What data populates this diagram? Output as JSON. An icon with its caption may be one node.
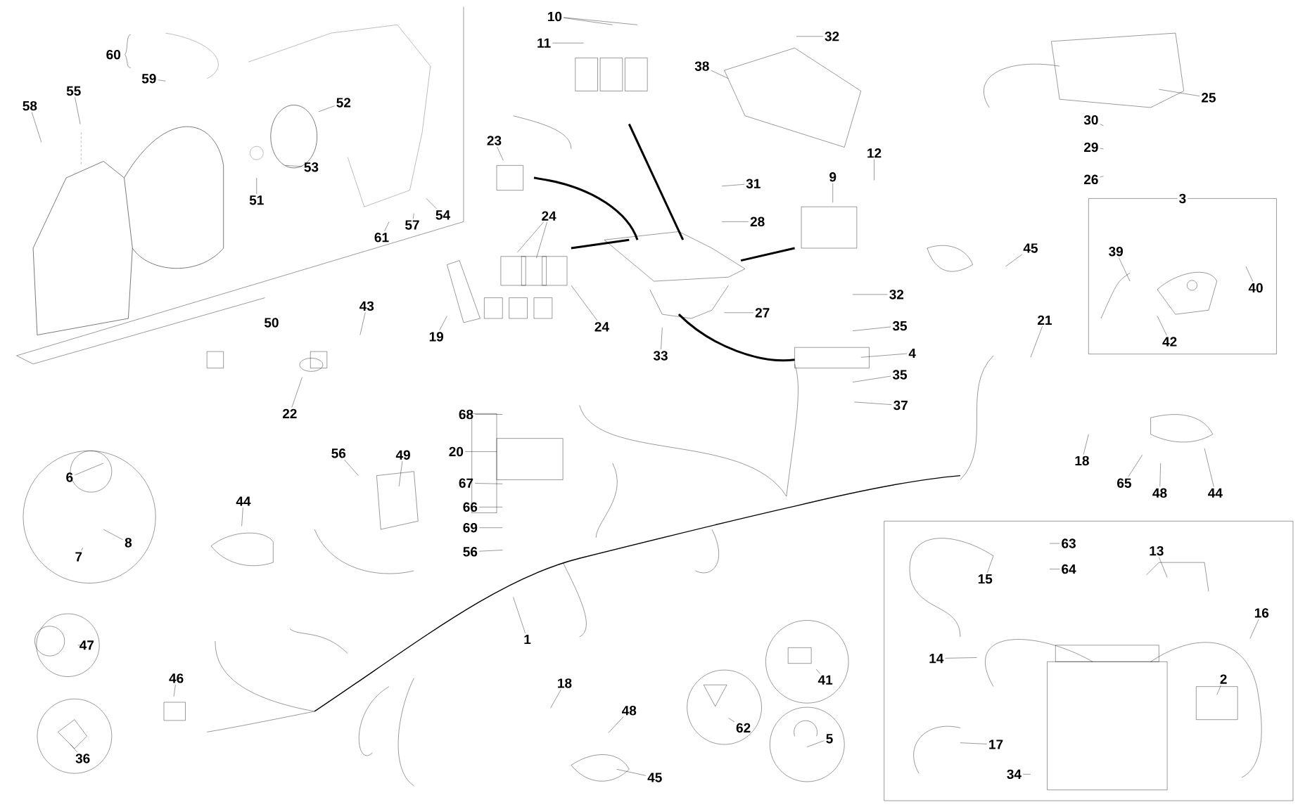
{
  "diagram": {
    "nodes": [
      {
        "text": [
          "10"
        ]
      },
      {
        "text": [
          "11"
        ]
      },
      {
        "text": [
          "32"
        ]
      },
      {
        "text": [
          "38"
        ]
      },
      {
        "text": [
          "25"
        ]
      },
      {
        "text": [
          "30"
        ]
      },
      {
        "text": [
          "29"
        ]
      },
      {
        "text": [
          "26"
        ]
      },
      {
        "text": [
          "60"
        ]
      },
      {
        "text": [
          "59"
        ]
      },
      {
        "text": [
          "58"
        ]
      },
      {
        "text": [
          "55"
        ]
      },
      {
        "text": [
          "52"
        ]
      },
      {
        "text": [
          "53"
        ]
      },
      {
        "text": [
          "51"
        ]
      },
      {
        "text": [
          "61"
        ]
      },
      {
        "text": [
          "57"
        ]
      },
      {
        "text": [
          "54"
        ]
      },
      {
        "text": [
          "50"
        ]
      },
      {
        "text": [
          "23"
        ]
      },
      {
        "text": [
          "24"
        ]
      },
      {
        "text": [
          "31"
        ]
      },
      {
        "text": [
          "28"
        ]
      },
      {
        "text": [
          "9"
        ]
      },
      {
        "text": [
          "12"
        ]
      },
      {
        "text": [
          "19"
        ]
      },
      {
        "text": [
          "24"
        ]
      },
      {
        "text": [
          "27"
        ]
      },
      {
        "text": [
          "33"
        ]
      },
      {
        "text": [
          "32"
        ]
      },
      {
        "text": [
          "35"
        ]
      },
      {
        "text": [
          "4"
        ]
      },
      {
        "text": [
          "35"
        ]
      },
      {
        "text": [
          "37"
        ]
      },
      {
        "text": [
          "45"
        ]
      },
      {
        "text": [
          "3"
        ]
      },
      {
        "text": [
          "39"
        ],
        "in": 35
      },
      {
        "text": [
          "40"
        ],
        "in": 35
      },
      {
        "text": [
          "42"
        ],
        "in": 35
      },
      {
        "text": [
          "43"
        ]
      },
      {
        "text": [
          "21"
        ]
      },
      {
        "text": [
          "22"
        ]
      },
      {
        "text": [
          "18"
        ]
      },
      {
        "text": [
          "65"
        ]
      },
      {
        "text": [
          "48"
        ]
      },
      {
        "text": [
          "44"
        ]
      },
      {
        "text": [
          "68"
        ]
      },
      {
        "text": [
          "20"
        ]
      },
      {
        "text": [
          "67"
        ]
      },
      {
        "text": [
          "66"
        ]
      },
      {
        "text": [
          "69"
        ]
      },
      {
        "text": [
          "56"
        ]
      },
      {
        "text": [
          "56"
        ]
      },
      {
        "text": [
          "49"
        ]
      },
      {
        "text": [],
        "shape": "circle"
      },
      {
        "text": [
          "6"
        ],
        "in": 54
      },
      {
        "text": [
          "8"
        ],
        "in": 54
      },
      {
        "text": [
          "7"
        ],
        "in": 54
      },
      {
        "text": [
          "44"
        ]
      },
      {
        "text": [
          "1"
        ]
      },
      {
        "text": [],
        "shape": "circle"
      },
      {
        "text": [
          "47"
        ],
        "in": 60
      },
      {
        "text": [],
        "shape": "circle"
      },
      {
        "text": [
          "36"
        ],
        "in": 62
      },
      {
        "text": [
          "46"
        ]
      },
      {
        "text": [
          "18"
        ]
      },
      {
        "text": [
          "48"
        ]
      },
      {
        "text": [
          "45"
        ]
      },
      {
        "text": [],
        "shape": "circle"
      },
      {
        "text": [
          "62"
        ],
        "in": 68
      },
      {
        "text": [],
        "shape": "circle"
      },
      {
        "text": [
          "41"
        ],
        "in": 70
      },
      {
        "text": [],
        "shape": "circle"
      },
      {
        "text": [
          "5"
        ],
        "in": 72
      },
      {
        "text": [],
        "shape": "box"
      },
      {
        "text": [
          "63"
        ],
        "in": 74
      },
      {
        "text": [
          "64"
        ],
        "in": 74
      },
      {
        "text": [
          "15"
        ],
        "in": 74
      },
      {
        "text": [
          "13"
        ],
        "in": 74
      },
      {
        "text": [
          "16"
        ],
        "in": 74
      },
      {
        "text": [
          "14"
        ],
        "in": 74
      },
      {
        "text": [
          "2"
        ],
        "in": 74
      },
      {
        "text": [
          "17"
        ],
        "in": 74
      },
      {
        "text": [
          "34"
        ],
        "in": 74
      }
    ],
    "edges": [
      {
        "from": 0,
        "to": null,
        "arrow": "none"
      },
      {
        "from": 0,
        "to": null,
        "arrow": "none"
      },
      {
        "from": 1,
        "to": null,
        "arrow": "none"
      },
      {
        "from": 2,
        "to": null,
        "arrow": "none"
      },
      {
        "from": 3,
        "to": null,
        "arrow": "none"
      },
      {
        "from": 4,
        "to": null,
        "arrow": "none"
      },
      {
        "from": 5,
        "to": null,
        "arrow": "none"
      },
      {
        "from": 6,
        "to": null,
        "arrow": "none"
      },
      {
        "from": 7,
        "to": null,
        "arrow": "none"
      },
      {
        "from": 9,
        "to": null,
        "arrow": "none"
      },
      {
        "from": 10,
        "to": null,
        "arrow": "none"
      },
      {
        "from": 11,
        "to": null,
        "arrow": "none"
      },
      {
        "from": 12,
        "to": null,
        "arrow": "none"
      },
      {
        "from": 13,
        "to": null,
        "arrow": "none"
      },
      {
        "from": 14,
        "to": null,
        "arrow": "none"
      },
      {
        "from": 15,
        "to": null,
        "arrow": "none"
      },
      {
        "from": 16,
        "to": null,
        "arrow": "none"
      },
      {
        "from": 17,
        "to": null,
        "arrow": "none"
      },
      {
        "from": 19,
        "to": null,
        "arrow": "none"
      },
      {
        "from": 20,
        "to": null,
        "arrow": "none"
      },
      {
        "from": 20,
        "to": null,
        "arrow": "none"
      },
      {
        "from": 21,
        "to": null,
        "arrow": "none"
      },
      {
        "from": 22,
        "to": null,
        "arrow": "none"
      },
      {
        "from": 23,
        "to": null,
        "arrow": "none"
      },
      {
        "from": 24,
        "to": null,
        "arrow": "none"
      },
      {
        "from": 25,
        "to": null,
        "arrow": "none"
      },
      {
        "from": 26,
        "to": null,
        "arrow": "none"
      },
      {
        "from": 27,
        "to": null,
        "arrow": "none"
      },
      {
        "from": 28,
        "to": null,
        "arrow": "none"
      },
      {
        "from": 29,
        "to": null,
        "arrow": "none"
      },
      {
        "from": 30,
        "to": null,
        "arrow": "none"
      },
      {
        "from": 31,
        "to": null,
        "arrow": "none"
      },
      {
        "from": 32,
        "to": null,
        "arrow": "none"
      },
      {
        "from": 33,
        "to": null,
        "arrow": "none"
      },
      {
        "from": 34,
        "to": null,
        "arrow": "none"
      },
      {
        "from": 36,
        "to": null,
        "arrow": "none"
      },
      {
        "from": 37,
        "to": null,
        "arrow": "none"
      },
      {
        "from": 38,
        "to": null,
        "arrow": "none"
      },
      {
        "from": 39,
        "to": null,
        "arrow": "none"
      },
      {
        "from": 40,
        "to": null,
        "arrow": "none"
      },
      {
        "from": 41,
        "to": null,
        "arrow": "none"
      },
      {
        "from": 42,
        "to": null,
        "arrow": "none"
      },
      {
        "from": 43,
        "to": null,
        "arrow": "none"
      },
      {
        "from": 44,
        "to": null,
        "arrow": "none"
      },
      {
        "from": 45,
        "to": null,
        "arrow": "none"
      },
      {
        "from": 46,
        "to": null,
        "arrow": "none"
      },
      {
        "from": 47,
        "to": null,
        "arrow": "none"
      },
      {
        "from": 48,
        "to": null,
        "arrow": "none"
      },
      {
        "from": 49,
        "to": null,
        "arrow": "none"
      },
      {
        "from": 50,
        "to": null,
        "arrow": "none"
      },
      {
        "from": 51,
        "to": null,
        "arrow": "none"
      },
      {
        "from": 52,
        "to": null,
        "arrow": "none"
      },
      {
        "from": 53,
        "to": null,
        "arrow": "none"
      },
      {
        "from": 55,
        "to": null,
        "arrow": "none"
      },
      {
        "from": 56,
        "to": null,
        "arrow": "none"
      },
      {
        "from": 57,
        "to": null,
        "arrow": "none"
      },
      {
        "from": 58,
        "to": null,
        "arrow": "none"
      },
      {
        "from": 59,
        "to": null,
        "arrow": "none"
      },
      {
        "from": 61,
        "to": null,
        "arrow": "none"
      },
      {
        "from": 63,
        "to": null,
        "arrow": "none"
      },
      {
        "from": 64,
        "to": null,
        "arrow": "none"
      },
      {
        "from": 65,
        "to": null,
        "arrow": "none"
      },
      {
        "from": 66,
        "to": null,
        "arrow": "none"
      },
      {
        "from": 67,
        "to": null,
        "arrow": "none"
      },
      {
        "from": 69,
        "to": null,
        "arrow": "none"
      },
      {
        "from": 71,
        "to": null,
        "arrow": "none"
      },
      {
        "from": 73,
        "to": null,
        "arrow": "none"
      },
      {
        "from": 75,
        "to": null,
        "arrow": "none"
      },
      {
        "from": 76,
        "to": null,
        "arrow": "none"
      },
      {
        "from": 77,
        "to": null,
        "arrow": "none"
      },
      {
        "from": 78,
        "to": null,
        "arrow": "none"
      },
      {
        "from": 79,
        "to": null,
        "arrow": "none"
      },
      {
        "from": 80,
        "to": null,
        "arrow": "none"
      },
      {
        "from": 81,
        "to": null,
        "arrow": "none"
      },
      {
        "from": 82,
        "to": null,
        "arrow": "none"
      },
      {
        "from": 83,
        "to": null,
        "arrow": "none"
      }
    ]
  }
}
